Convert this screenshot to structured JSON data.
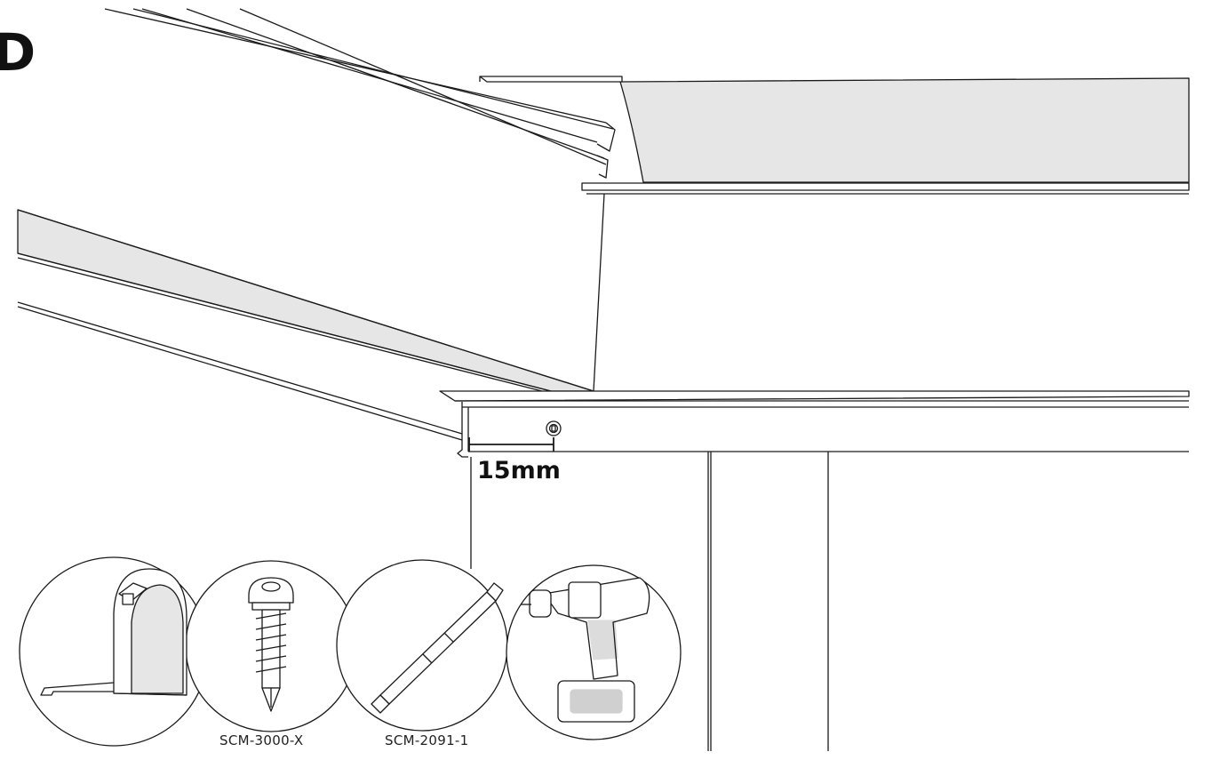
{
  "step": {
    "label": "D"
  },
  "dimension": {
    "label": "15mm"
  },
  "tools": [
    {
      "name": "tape-measure",
      "code": ""
    },
    {
      "name": "self-drilling-screw",
      "code": "SCM-3000-X"
    },
    {
      "name": "driver-bit",
      "code": "SCM-2091-1"
    },
    {
      "name": "cordless-drill",
      "code": ""
    }
  ],
  "colors": {
    "line": "#1a1a1a",
    "fill_grey": "#e6e6e6",
    "fill_white": "#ffffff"
  }
}
